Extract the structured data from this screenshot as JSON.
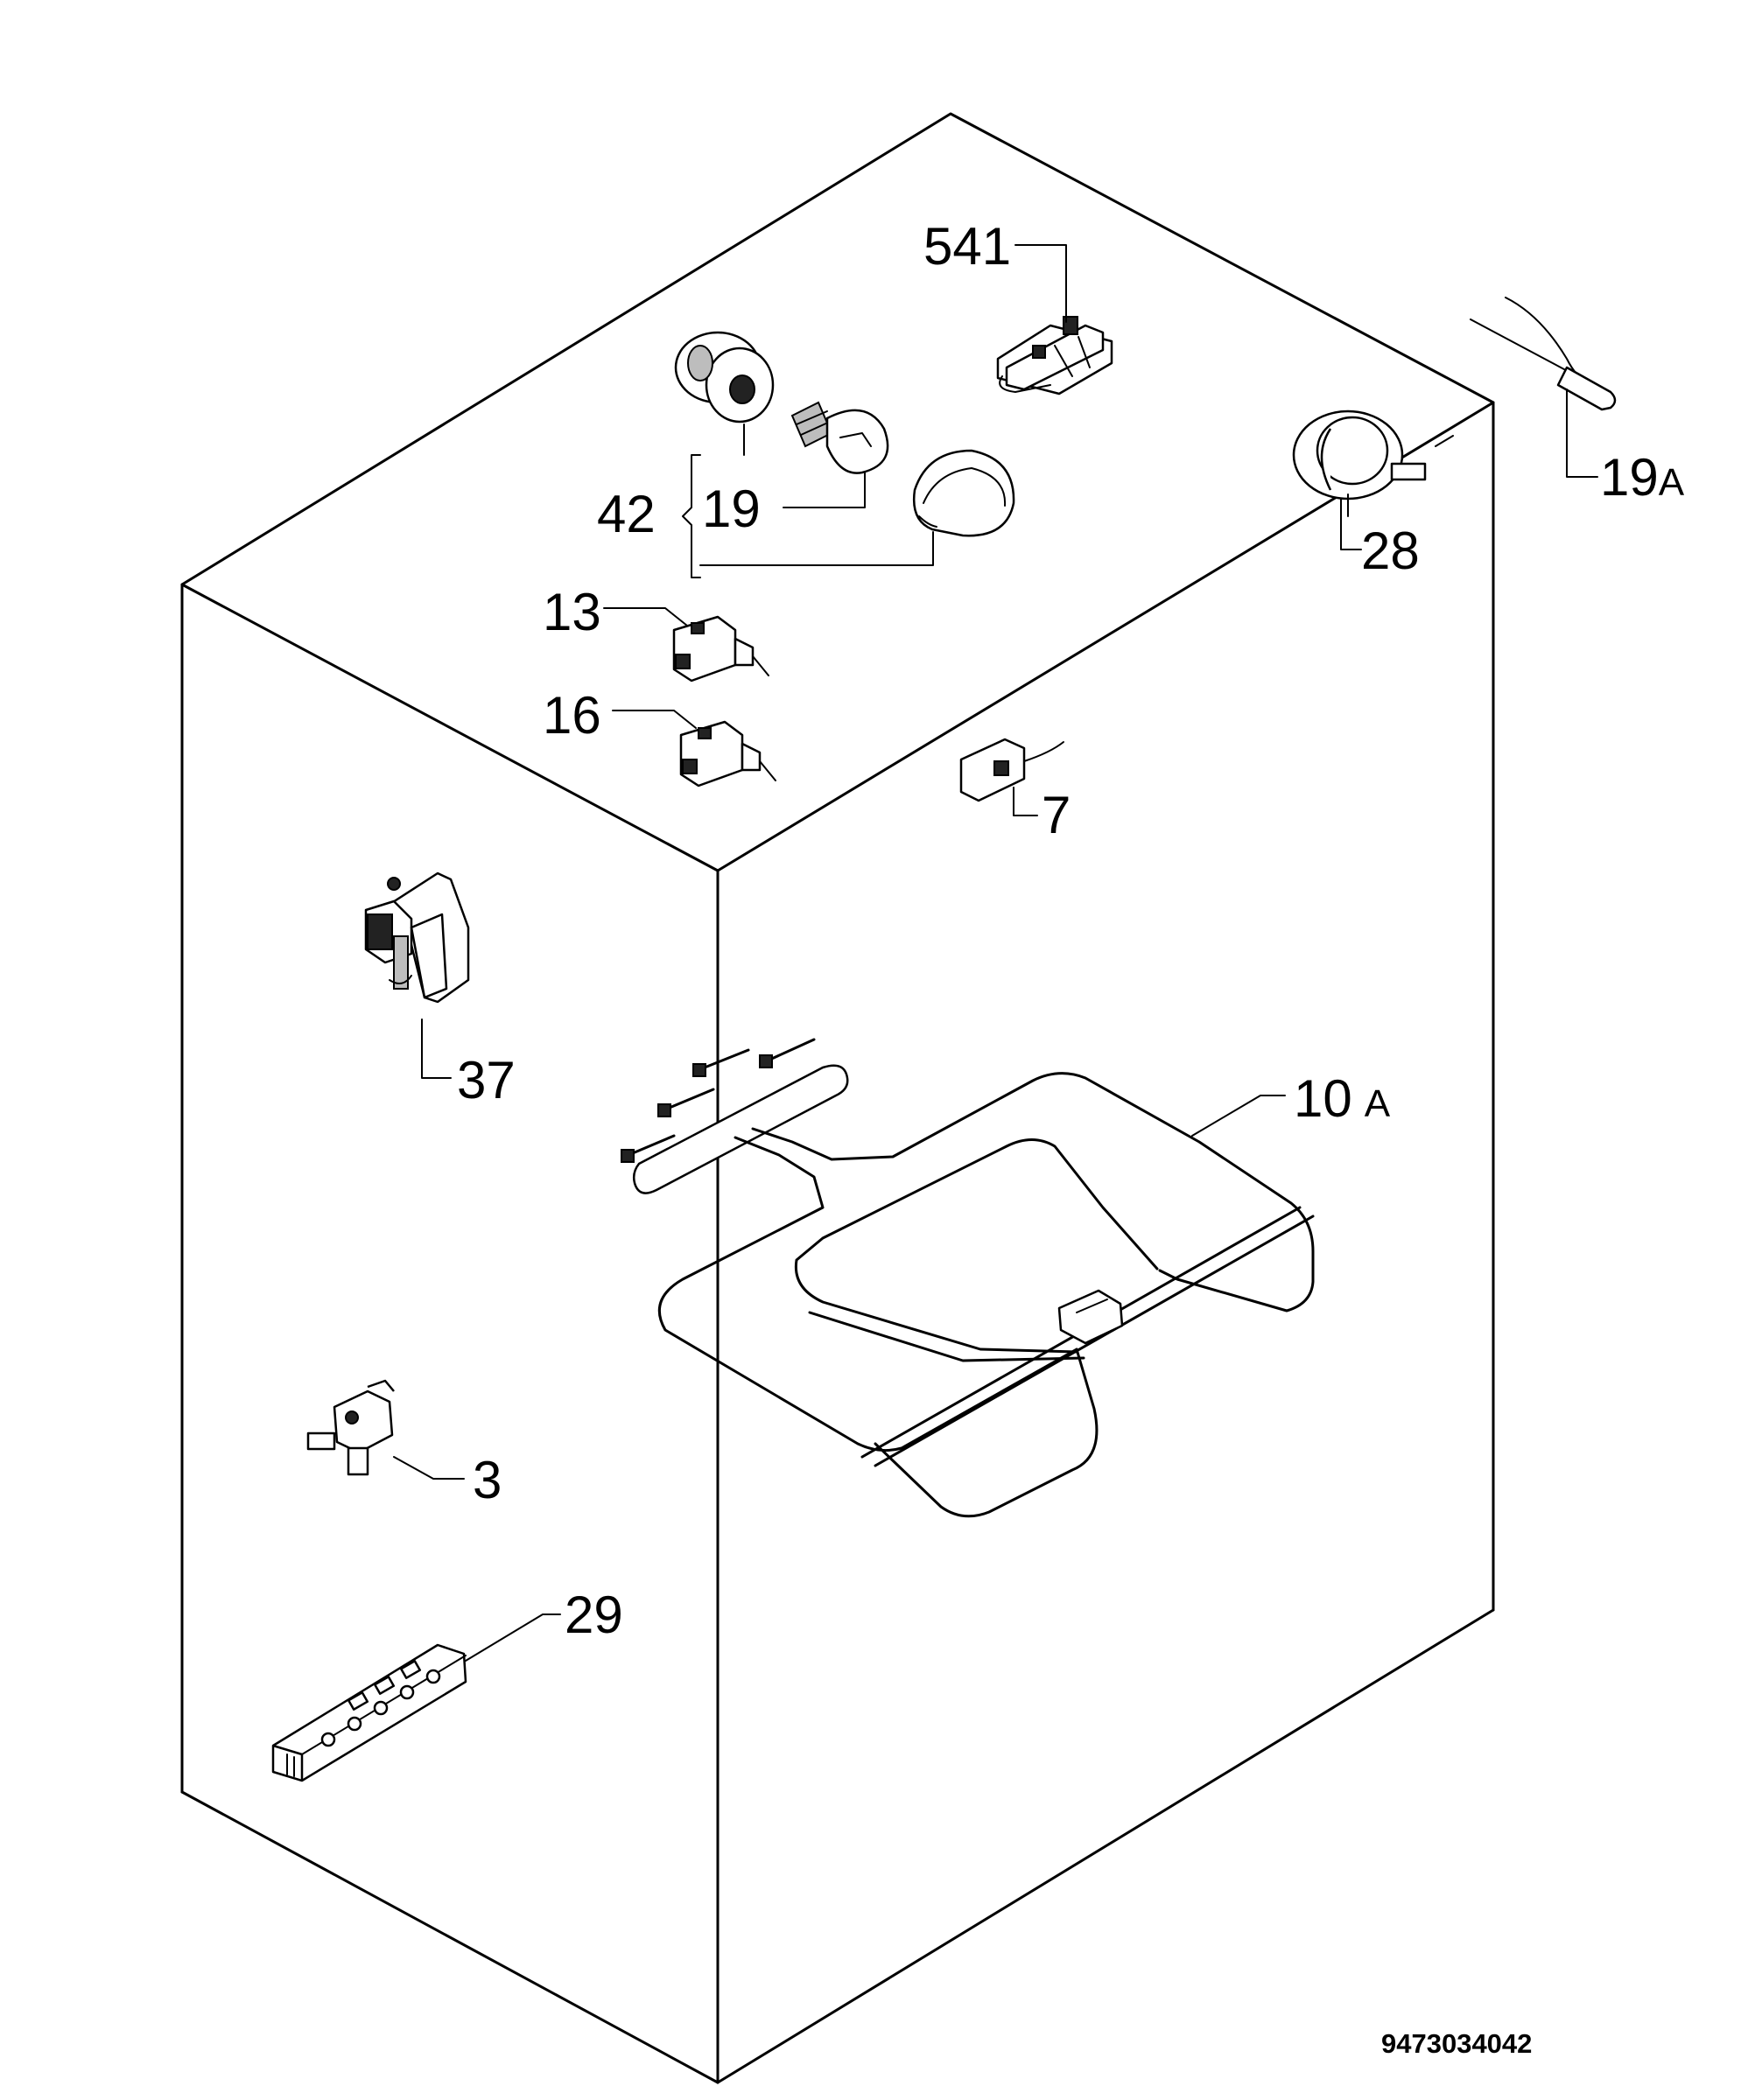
{
  "callouts": {
    "c541": "541",
    "c19a": "19",
    "c19a_suffix": "A",
    "c28": "28",
    "c42": "42",
    "c19": "19",
    "c13": "13",
    "c16": "16",
    "c7": "7",
    "c37": "37",
    "c10a": "10",
    "c10a_suffix": "A",
    "c3": "3",
    "c29": "29"
  },
  "document_number": "9473034042"
}
